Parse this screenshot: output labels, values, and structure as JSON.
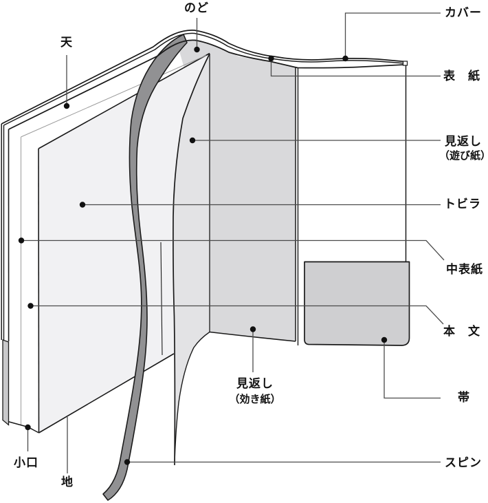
{
  "labels": {
    "nodo": "のど",
    "ten": "天",
    "kaba": "カバー",
    "hyoshi": "表　紙",
    "mikaeshi_asobi_1": "見返し",
    "mikaeshi_asobi_2": "（遊び紙）",
    "tobira": "トビラ",
    "nakahyoshi": "中表紙",
    "honbun": "本　文",
    "obi": "帯",
    "mikaeshi_kiki_1": "見返し",
    "mikaeshi_kiki_2": "（効き紙）",
    "spin": "スピン",
    "koguchi": "小口",
    "chi": "地"
  },
  "colors": {
    "outline": "#1a1a1a",
    "leader": "#4a4a4a",
    "page_light": "#f1f1f3",
    "flyleaf_gray": "#e3e3e5",
    "gutter_gray": "#d9d9db",
    "obi_gray": "#cfcfd1",
    "obi_edge_gray": "#c9c9cb",
    "ribbon_gray": "#919193",
    "thin_line_gray": "#9a9a9a"
  }
}
